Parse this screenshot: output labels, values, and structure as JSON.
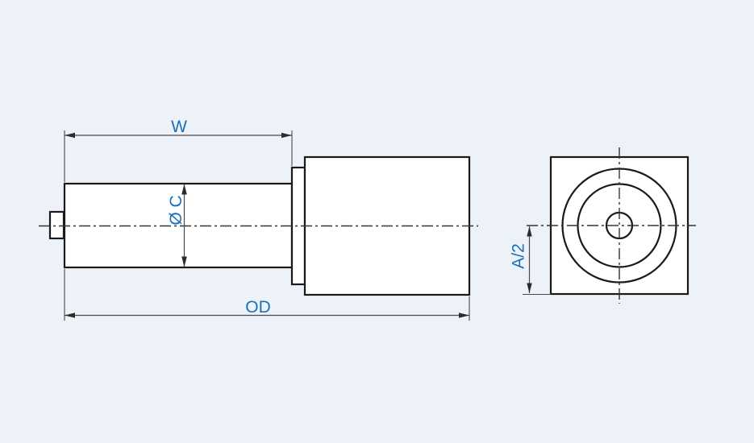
{
  "drawing": {
    "kind": "technical-dimension-drawing",
    "colors": {
      "background": "#edf1f8",
      "outline": "#1a1a1a",
      "dimension_line": "#4a4a4a",
      "centerline": "#333333",
      "label": "#1c70b8",
      "shape_fill": "#ffffff"
    },
    "side_view": {
      "labels": {
        "shaft_length": "W",
        "shaft_diameter": "Ø C",
        "overall_length": "OD"
      }
    },
    "front_view": {
      "labels": {
        "half_height": "A/2"
      }
    }
  }
}
